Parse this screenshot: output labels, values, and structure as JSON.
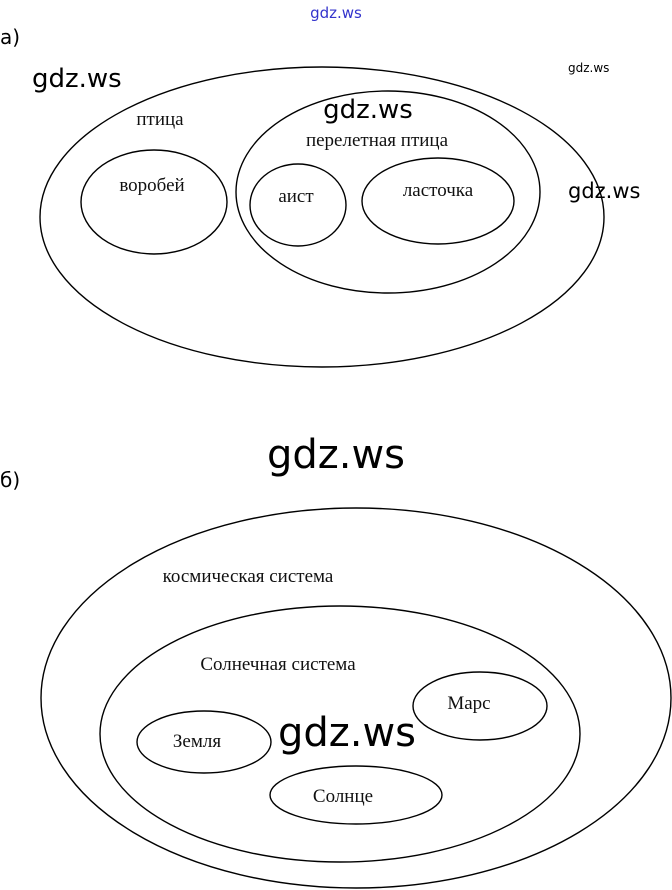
{
  "watermarks": {
    "top_link": "gdz.ws",
    "mark_1": "gdz.ws",
    "mark_2": "gdz.ws",
    "mark_3": "gdz.ws",
    "mark_4": "gdz.ws",
    "mark_5": "gdz.ws",
    "mark_6": "gdz.ws"
  },
  "watermark_link_color": "#3333cc",
  "part_a": {
    "label": "а)",
    "outer": "птица",
    "migratory": "перелетная птица",
    "sparrow": "воробей",
    "stork": "аист",
    "swallow": "ласточка"
  },
  "part_b": {
    "label": "б)",
    "outer": "космическая система",
    "solar": "Солнечная система",
    "mars": "Марс",
    "earth": "Земля",
    "sun": "Солнце"
  }
}
